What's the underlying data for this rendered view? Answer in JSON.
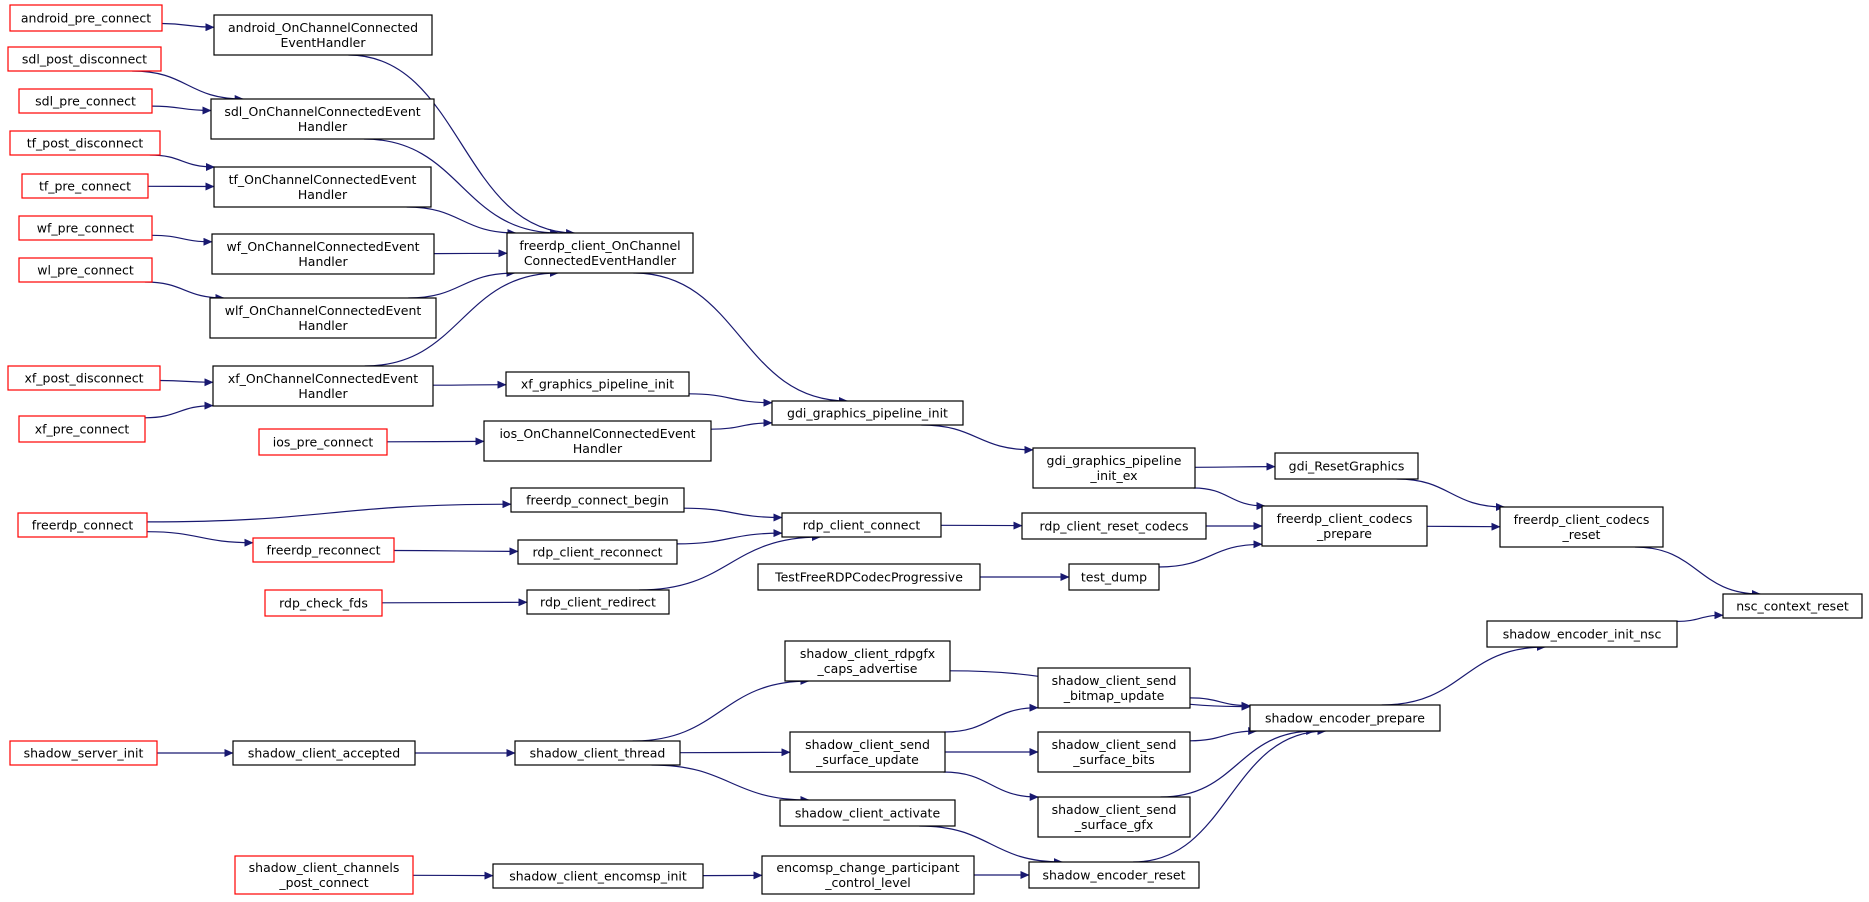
{
  "colors": {
    "edge": "#191970",
    "node_border": "#000000",
    "truncated_border": "#ff0000",
    "root_fill": "#bfbfbf",
    "node_fill": "#ffffff"
  },
  "nodes": [
    {
      "id": "android_pre_connect",
      "lines": [
        "android_pre_connect"
      ],
      "truncated": true
    },
    {
      "id": "sdl_post_disconnect",
      "lines": [
        "sdl_post_disconnect"
      ],
      "truncated": true
    },
    {
      "id": "sdl_pre_connect",
      "lines": [
        "sdl_pre_connect"
      ],
      "truncated": true
    },
    {
      "id": "tf_post_disconnect",
      "lines": [
        "tf_post_disconnect"
      ],
      "truncated": true
    },
    {
      "id": "tf_pre_connect",
      "lines": [
        "tf_pre_connect"
      ],
      "truncated": true
    },
    {
      "id": "wf_pre_connect",
      "lines": [
        "wf_pre_connect"
      ],
      "truncated": true
    },
    {
      "id": "wl_pre_connect",
      "lines": [
        "wl_pre_connect"
      ],
      "truncated": true
    },
    {
      "id": "xf_post_disconnect",
      "lines": [
        "xf_post_disconnect"
      ],
      "truncated": true
    },
    {
      "id": "xf_pre_connect",
      "lines": [
        "xf_pre_connect"
      ],
      "truncated": true
    },
    {
      "id": "ios_pre_connect",
      "lines": [
        "ios_pre_connect"
      ],
      "truncated": true
    },
    {
      "id": "freerdp_connect",
      "lines": [
        "freerdp_connect"
      ],
      "truncated": true
    },
    {
      "id": "freerdp_reconnect",
      "lines": [
        "freerdp_reconnect"
      ],
      "truncated": true
    },
    {
      "id": "rdp_check_fds",
      "lines": [
        "rdp_check_fds"
      ],
      "truncated": true
    },
    {
      "id": "shadow_server_init",
      "lines": [
        "shadow_server_init"
      ],
      "truncated": true
    },
    {
      "id": "shadow_client_channels_post_connect",
      "lines": [
        "shadow_client_channels",
        "_post_connect"
      ],
      "truncated": true
    },
    {
      "id": "android_OnChannelConnectedEventHandler",
      "lines": [
        "android_OnChannelConnected",
        "EventHandler"
      ]
    },
    {
      "id": "sdl_OnChannelConnectedEventHandler",
      "lines": [
        "sdl_OnChannelConnectedEvent",
        "Handler"
      ]
    },
    {
      "id": "tf_OnChannelConnectedEventHandler",
      "lines": [
        "tf_OnChannelConnectedEvent",
        "Handler"
      ]
    },
    {
      "id": "wf_OnChannelConnectedEventHandler",
      "lines": [
        "wf_OnChannelConnectedEvent",
        "Handler"
      ]
    },
    {
      "id": "wlf_OnChannelConnectedEventHandler",
      "lines": [
        "wlf_OnChannelConnectedEvent",
        "Handler"
      ]
    },
    {
      "id": "xf_OnChannelConnectedEventHandler",
      "lines": [
        "xf_OnChannelConnectedEvent",
        "Handler"
      ]
    },
    {
      "id": "freerdp_client_OnChannelConnectedEventHandler",
      "lines": [
        "freerdp_client_OnChannel",
        "ConnectedEventHandler"
      ]
    },
    {
      "id": "xf_graphics_pipeline_init",
      "lines": [
        "xf_graphics_pipeline_init"
      ]
    },
    {
      "id": "ios_OnChannelConnectedEventHandler",
      "lines": [
        "ios_OnChannelConnectedEvent",
        "Handler"
      ]
    },
    {
      "id": "gdi_graphics_pipeline_init",
      "lines": [
        "gdi_graphics_pipeline_init"
      ]
    },
    {
      "id": "gdi_graphics_pipeline_init_ex",
      "lines": [
        "gdi_graphics_pipeline",
        "_init_ex"
      ]
    },
    {
      "id": "gdi_ResetGraphics",
      "lines": [
        "gdi_ResetGraphics"
      ]
    },
    {
      "id": "freerdp_connect_begin",
      "lines": [
        "freerdp_connect_begin"
      ]
    },
    {
      "id": "rdp_client_reconnect",
      "lines": [
        "rdp_client_reconnect"
      ]
    },
    {
      "id": "rdp_client_redirect",
      "lines": [
        "rdp_client_redirect"
      ]
    },
    {
      "id": "rdp_client_connect",
      "lines": [
        "rdp_client_connect"
      ]
    },
    {
      "id": "rdp_client_reset_codecs",
      "lines": [
        "rdp_client_reset_codecs"
      ]
    },
    {
      "id": "TestFreeRDPCodecProgressive",
      "lines": [
        "TestFreeRDPCodecProgressive"
      ]
    },
    {
      "id": "test_dump",
      "lines": [
        "test_dump"
      ]
    },
    {
      "id": "freerdp_client_codecs_prepare",
      "lines": [
        "freerdp_client_codecs",
        "_prepare"
      ]
    },
    {
      "id": "freerdp_client_codecs_reset",
      "lines": [
        "freerdp_client_codecs",
        "_reset"
      ]
    },
    {
      "id": "nsc_context_reset",
      "lines": [
        "nsc_context_reset"
      ],
      "root": true
    },
    {
      "id": "shadow_encoder_init_nsc",
      "lines": [
        "shadow_encoder_init_nsc"
      ]
    },
    {
      "id": "shadow_client_accepted",
      "lines": [
        "shadow_client_accepted"
      ]
    },
    {
      "id": "shadow_client_thread",
      "lines": [
        "shadow_client_thread"
      ]
    },
    {
      "id": "shadow_client_rdpgfx_caps_advertise",
      "lines": [
        "shadow_client_rdpgfx",
        "_caps_advertise"
      ]
    },
    {
      "id": "shadow_client_send_surface_update",
      "lines": [
        "shadow_client_send",
        "_surface_update"
      ]
    },
    {
      "id": "shadow_client_activate",
      "lines": [
        "shadow_client_activate"
      ]
    },
    {
      "id": "shadow_client_send_bitmap_update",
      "lines": [
        "shadow_client_send",
        "_bitmap_update"
      ]
    },
    {
      "id": "shadow_client_send_surface_bits",
      "lines": [
        "shadow_client_send",
        "_surface_bits"
      ]
    },
    {
      "id": "shadow_client_send_surface_gfx",
      "lines": [
        "shadow_client_send",
        "_surface_gfx"
      ]
    },
    {
      "id": "shadow_encoder_prepare",
      "lines": [
        "shadow_encoder_prepare"
      ]
    },
    {
      "id": "shadow_client_encomsp_init",
      "lines": [
        "shadow_client_encomsp_init"
      ]
    },
    {
      "id": "encomsp_change_participant_control_level",
      "lines": [
        "encomsp_change_participant",
        "_control_level"
      ]
    },
    {
      "id": "shadow_encoder_reset",
      "lines": [
        "shadow_encoder_reset"
      ]
    }
  ],
  "edges": [
    [
      "android_pre_connect",
      "android_OnChannelConnectedEventHandler"
    ],
    [
      "sdl_post_disconnect",
      "sdl_OnChannelConnectedEventHandler"
    ],
    [
      "sdl_pre_connect",
      "sdl_OnChannelConnectedEventHandler"
    ],
    [
      "tf_post_disconnect",
      "tf_OnChannelConnectedEventHandler"
    ],
    [
      "tf_pre_connect",
      "tf_OnChannelConnectedEventHandler"
    ],
    [
      "wf_pre_connect",
      "wf_OnChannelConnectedEventHandler"
    ],
    [
      "wl_pre_connect",
      "wlf_OnChannelConnectedEventHandler"
    ],
    [
      "xf_post_disconnect",
      "xf_OnChannelConnectedEventHandler"
    ],
    [
      "xf_pre_connect",
      "xf_OnChannelConnectedEventHandler"
    ],
    [
      "android_OnChannelConnectedEventHandler",
      "freerdp_client_OnChannelConnectedEventHandler"
    ],
    [
      "sdl_OnChannelConnectedEventHandler",
      "freerdp_client_OnChannelConnectedEventHandler"
    ],
    [
      "tf_OnChannelConnectedEventHandler",
      "freerdp_client_OnChannelConnectedEventHandler"
    ],
    [
      "wf_OnChannelConnectedEventHandler",
      "freerdp_client_OnChannelConnectedEventHandler"
    ],
    [
      "wlf_OnChannelConnectedEventHandler",
      "freerdp_client_OnChannelConnectedEventHandler"
    ],
    [
      "xf_OnChannelConnectedEventHandler",
      "freerdp_client_OnChannelConnectedEventHandler"
    ],
    [
      "xf_OnChannelConnectedEventHandler",
      "xf_graphics_pipeline_init"
    ],
    [
      "ios_pre_connect",
      "ios_OnChannelConnectedEventHandler"
    ],
    [
      "freerdp_client_OnChannelConnectedEventHandler",
      "gdi_graphics_pipeline_init"
    ],
    [
      "xf_graphics_pipeline_init",
      "gdi_graphics_pipeline_init"
    ],
    [
      "ios_OnChannelConnectedEventHandler",
      "gdi_graphics_pipeline_init"
    ],
    [
      "gdi_graphics_pipeline_init",
      "gdi_graphics_pipeline_init_ex"
    ],
    [
      "gdi_graphics_pipeline_init_ex",
      "gdi_ResetGraphics"
    ],
    [
      "gdi_graphics_pipeline_init_ex",
      "freerdp_client_codecs_prepare"
    ],
    [
      "gdi_ResetGraphics",
      "freerdp_client_codecs_reset"
    ],
    [
      "freerdp_connect",
      "freerdp_connect_begin"
    ],
    [
      "freerdp_connect",
      "freerdp_reconnect"
    ],
    [
      "freerdp_reconnect",
      "rdp_client_reconnect"
    ],
    [
      "rdp_check_fds",
      "rdp_client_redirect"
    ],
    [
      "freerdp_connect_begin",
      "rdp_client_connect"
    ],
    [
      "rdp_client_reconnect",
      "rdp_client_connect"
    ],
    [
      "rdp_client_redirect",
      "rdp_client_connect"
    ],
    [
      "rdp_client_connect",
      "rdp_client_reset_codecs"
    ],
    [
      "rdp_client_reset_codecs",
      "freerdp_client_codecs_prepare"
    ],
    [
      "TestFreeRDPCodecProgressive",
      "test_dump"
    ],
    [
      "test_dump",
      "freerdp_client_codecs_prepare"
    ],
    [
      "freerdp_client_codecs_prepare",
      "freerdp_client_codecs_reset"
    ],
    [
      "freerdp_client_codecs_reset",
      "nsc_context_reset"
    ],
    [
      "shadow_encoder_init_nsc",
      "nsc_context_reset"
    ],
    [
      "shadow_server_init",
      "shadow_client_accepted"
    ],
    [
      "shadow_client_accepted",
      "shadow_client_thread"
    ],
    [
      "shadow_client_thread",
      "shadow_client_rdpgfx_caps_advertise"
    ],
    [
      "shadow_client_thread",
      "shadow_client_send_surface_update"
    ],
    [
      "shadow_client_thread",
      "shadow_client_activate"
    ],
    [
      "shadow_client_send_surface_update",
      "shadow_client_send_bitmap_update"
    ],
    [
      "shadow_client_send_surface_update",
      "shadow_client_send_surface_bits"
    ],
    [
      "shadow_client_send_surface_update",
      "shadow_client_send_surface_gfx"
    ],
    [
      "shadow_client_rdpgfx_caps_advertise",
      "shadow_encoder_prepare"
    ],
    [
      "shadow_client_send_bitmap_update",
      "shadow_encoder_prepare"
    ],
    [
      "shadow_client_send_surface_bits",
      "shadow_encoder_prepare"
    ],
    [
      "shadow_client_send_surface_gfx",
      "shadow_encoder_prepare"
    ],
    [
      "shadow_encoder_reset",
      "shadow_encoder_prepare"
    ],
    [
      "shadow_encoder_prepare",
      "shadow_encoder_init_nsc"
    ],
    [
      "shadow_client_channels_post_connect",
      "shadow_client_encomsp_init"
    ],
    [
      "shadow_client_encomsp_init",
      "encomsp_change_participant_control_level"
    ],
    [
      "encomsp_change_participant_control_level",
      "shadow_encoder_reset"
    ],
    [
      "shadow_client_activate",
      "shadow_encoder_reset"
    ]
  ]
}
